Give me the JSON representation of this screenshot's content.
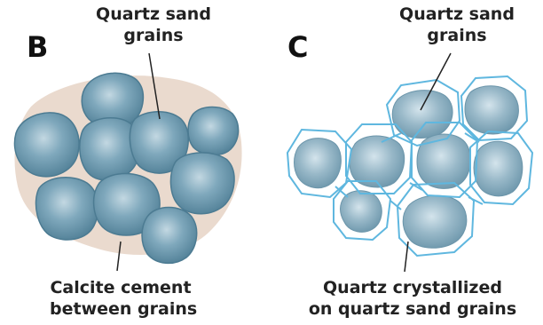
{
  "panel_b": {
    "letter": "B",
    "top_label": [
      "Quartz sand",
      "grains"
    ],
    "bottom_label": [
      "Calcite cement",
      "between grains"
    ]
  },
  "panel_c": {
    "letter": "C",
    "top_label": [
      "Quartz sand",
      "grains"
    ],
    "bottom_label": [
      "Quartz crystallized",
      "on quartz sand grains"
    ]
  },
  "colors": {
    "grain_fill": "#6f9bb1",
    "grain_edge": "#4c7b92",
    "grain_highlight": "#b7cfd9",
    "cement": "#e6d3c6",
    "overgrowth": "#5fb7df",
    "leader": "#222222"
  }
}
